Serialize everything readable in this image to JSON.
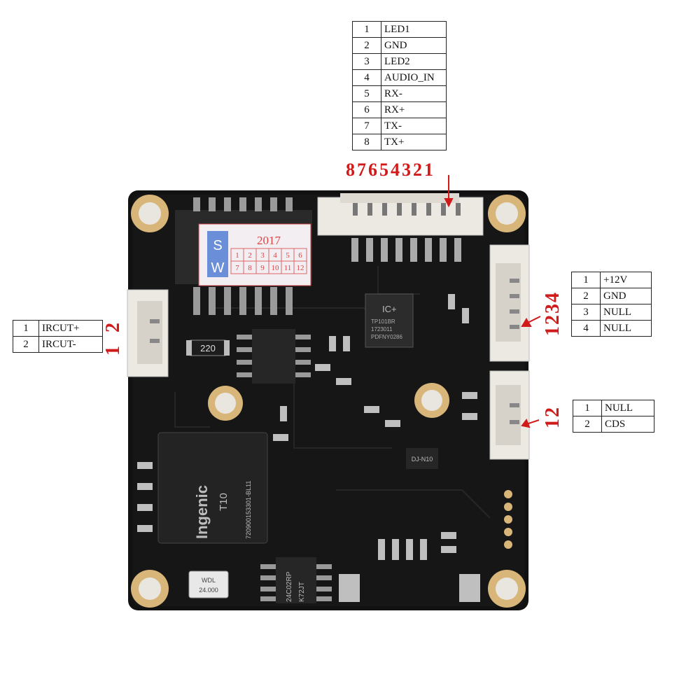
{
  "main_connector": {
    "pins": [
      {
        "num": "1",
        "label": "LED1"
      },
      {
        "num": "2",
        "label": "GND"
      },
      {
        "num": "3",
        "label": "LED2"
      },
      {
        "num": "4",
        "label": "AUDIO_IN"
      },
      {
        "num": "5",
        "label": "RX-"
      },
      {
        "num": "6",
        "label": "RX+"
      },
      {
        "num": "7",
        "label": "TX-"
      },
      {
        "num": "8",
        "label": "TX+"
      }
    ],
    "pin_numbers_label": "87654321"
  },
  "ircut_connector": {
    "pins": [
      {
        "num": "1",
        "label": "IRCUT+"
      },
      {
        "num": "2",
        "label": "IRCUT-"
      }
    ],
    "pin_numbers_label": "1 2"
  },
  "power_connector": {
    "pins": [
      {
        "num": "1",
        "label": "+12V"
      },
      {
        "num": "2",
        "label": "GND"
      },
      {
        "num": "3",
        "label": "NULL"
      },
      {
        "num": "4",
        "label": "NULL"
      }
    ],
    "pin_numbers_label": "1234"
  },
  "cds_connector": {
    "pins": [
      {
        "num": "1",
        "label": "NULL"
      },
      {
        "num": "2",
        "label": "CDS"
      }
    ],
    "pin_numbers_label": "12"
  },
  "board_markings": {
    "sticker_year": "2017",
    "sticker_sw_s": "S",
    "sticker_sw_w": "W",
    "sticker_row1": [
      "1",
      "2",
      "3",
      "4",
      "5",
      "6"
    ],
    "sticker_row2": [
      "7",
      "8",
      "9",
      "10",
      "11",
      "12"
    ],
    "resistor_code": "220",
    "soc_brand": "Ingenic",
    "soc_model": "T10",
    "soc_code": "720900153301-BL11",
    "crystal_maker": "WDL",
    "crystal_freq": "24.000",
    "eeprom_line1": "24C02RP",
    "eeprom_line2": "K72JT",
    "codec_logo": "IC+",
    "codec_line1": "TP101BR",
    "codec_line2": "1723011",
    "codec_line3": "PDFNY0286",
    "mosfet_mark": "DJ-N10"
  },
  "colors": {
    "board": "#101010",
    "gold_pad": "#d8b67a",
    "label_red": "#d11a1a"
  }
}
